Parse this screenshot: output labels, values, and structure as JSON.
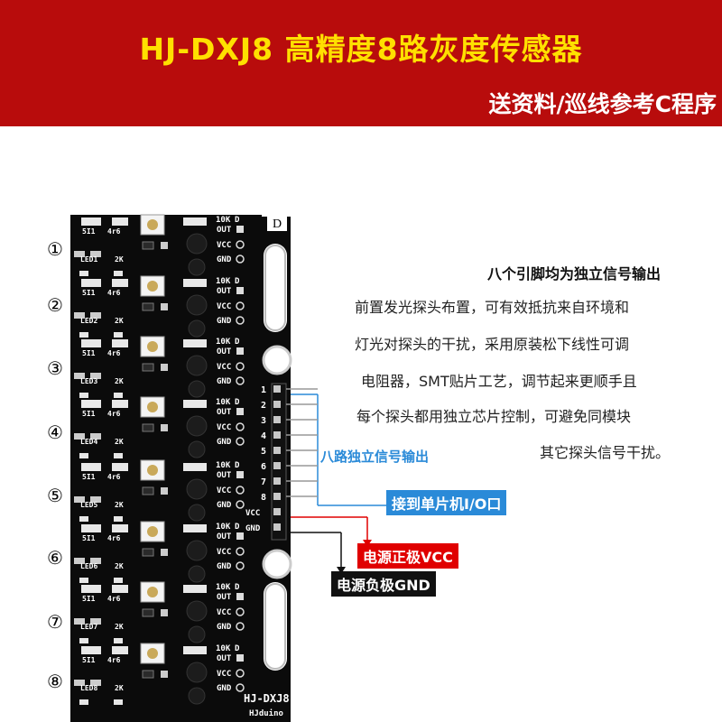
{
  "header": {
    "title": "HJ-DXJ8  高精度8路灰度传感器",
    "subtitle": "送资料/巡线参考C程序"
  },
  "channels": [
    "①",
    "②",
    "③",
    "④",
    "⑤",
    "⑥",
    "⑦",
    "⑧"
  ],
  "description": {
    "title": "八个引脚均为独立信号输出",
    "lines": [
      "前置发光探头布置，可有效抵抗来自环境和",
      "灯光对探头的干扰，采用原装松下线性可调",
      "电阻器，SMT贴片工艺，调节起来更顺手且",
      "每个探头都用独立芯片控制，可避免同模块",
      "其它探头信号干扰。"
    ]
  },
  "annotations": {
    "signal_output": "八路独立信号输出",
    "io_connect": "接到单片机I/O口",
    "vcc": "电源正极VCC",
    "gnd": "电源负极GND"
  },
  "pcb": {
    "row_labels": [
      "10K",
      "OUT",
      "VCC",
      "GND"
    ],
    "d_label": "D",
    "led_labels": [
      "LED1",
      "LED2",
      "LED3",
      "LED4",
      "LED5",
      "LED6",
      "LED7",
      "LED8"
    ],
    "r_labels": [
      "5I1",
      "4r6",
      "2K"
    ],
    "pin_labels": [
      "1",
      "2",
      "3",
      "4",
      "5",
      "6",
      "7",
      "8",
      "VCC",
      "GND"
    ],
    "board_name": "HJ-DXJ8",
    "brand": "HJduino"
  },
  "colors": {
    "banner": "#b80c0c",
    "title": "#ffe000",
    "pcb": "#0b0b0b",
    "accent_blue": "#2a8ad8",
    "accent_red": "#e00000"
  }
}
